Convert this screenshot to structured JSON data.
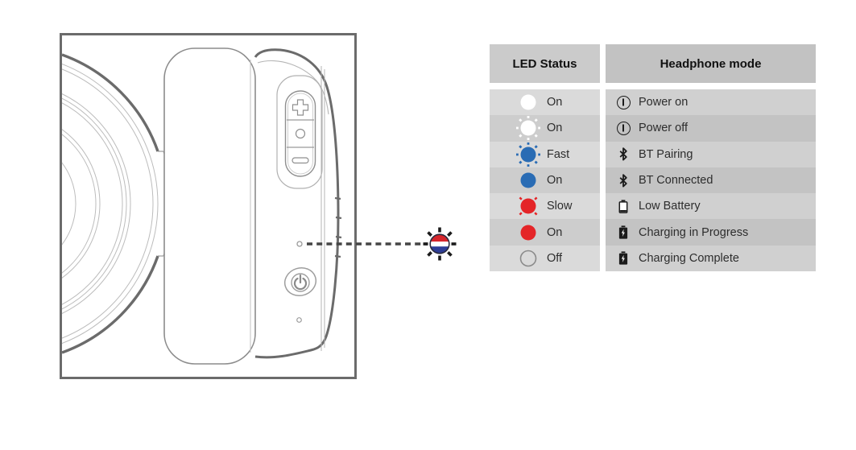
{
  "table": {
    "headers": {
      "led_status": "LED Status",
      "headphone_mode": "Headphone mode"
    },
    "rows": [
      {
        "led": "white",
        "blink": "none",
        "status": "On",
        "mode_icon": "power",
        "mode": "Power on"
      },
      {
        "led": "white",
        "blink": "rays8",
        "status": "On",
        "mode_icon": "power",
        "mode": "Power off"
      },
      {
        "led": "blue",
        "blink": "rays8",
        "status": "Fast",
        "mode_icon": "bluetooth",
        "mode": "BT Pairing"
      },
      {
        "led": "blue",
        "blink": "none",
        "status": "On",
        "mode_icon": "bluetooth",
        "mode": "BT Connected"
      },
      {
        "led": "red",
        "blink": "rays4",
        "status": "Slow",
        "mode_icon": "battery-low",
        "mode": "Low Battery"
      },
      {
        "led": "red",
        "blink": "none",
        "status": "On",
        "mode_icon": "battery-charging",
        "mode": "Charging in Progress"
      },
      {
        "led": "off",
        "blink": "none",
        "status": "Off",
        "mode_icon": "battery-charging",
        "mode": "Charging Complete"
      }
    ]
  },
  "diagram": {
    "volume_up_icon": "plus",
    "volume_center_icon": "dot",
    "volume_down_icon": "minus",
    "power_button_icon": "power-symbol",
    "led_callout": "dashed-leader-line",
    "led_blink_badge_bands": [
      "#d6252b",
      "#ffffff",
      "#2e3d96"
    ]
  },
  "colors": {
    "led_blue": "#2a6cb4",
    "led_red": "#e42528",
    "led_off_ring": "#8a8a8a",
    "header_left_bg": "#cbcbcb",
    "header_right_bg": "#c2c2c2",
    "row_light_left": "#dadada",
    "row_light_right": "#d0d0d0",
    "row_dark_left": "#cdcdcd",
    "row_dark_right": "#c3c3c3",
    "line_dark": "#6b6b6b",
    "line_light": "#b5b5b5"
  }
}
